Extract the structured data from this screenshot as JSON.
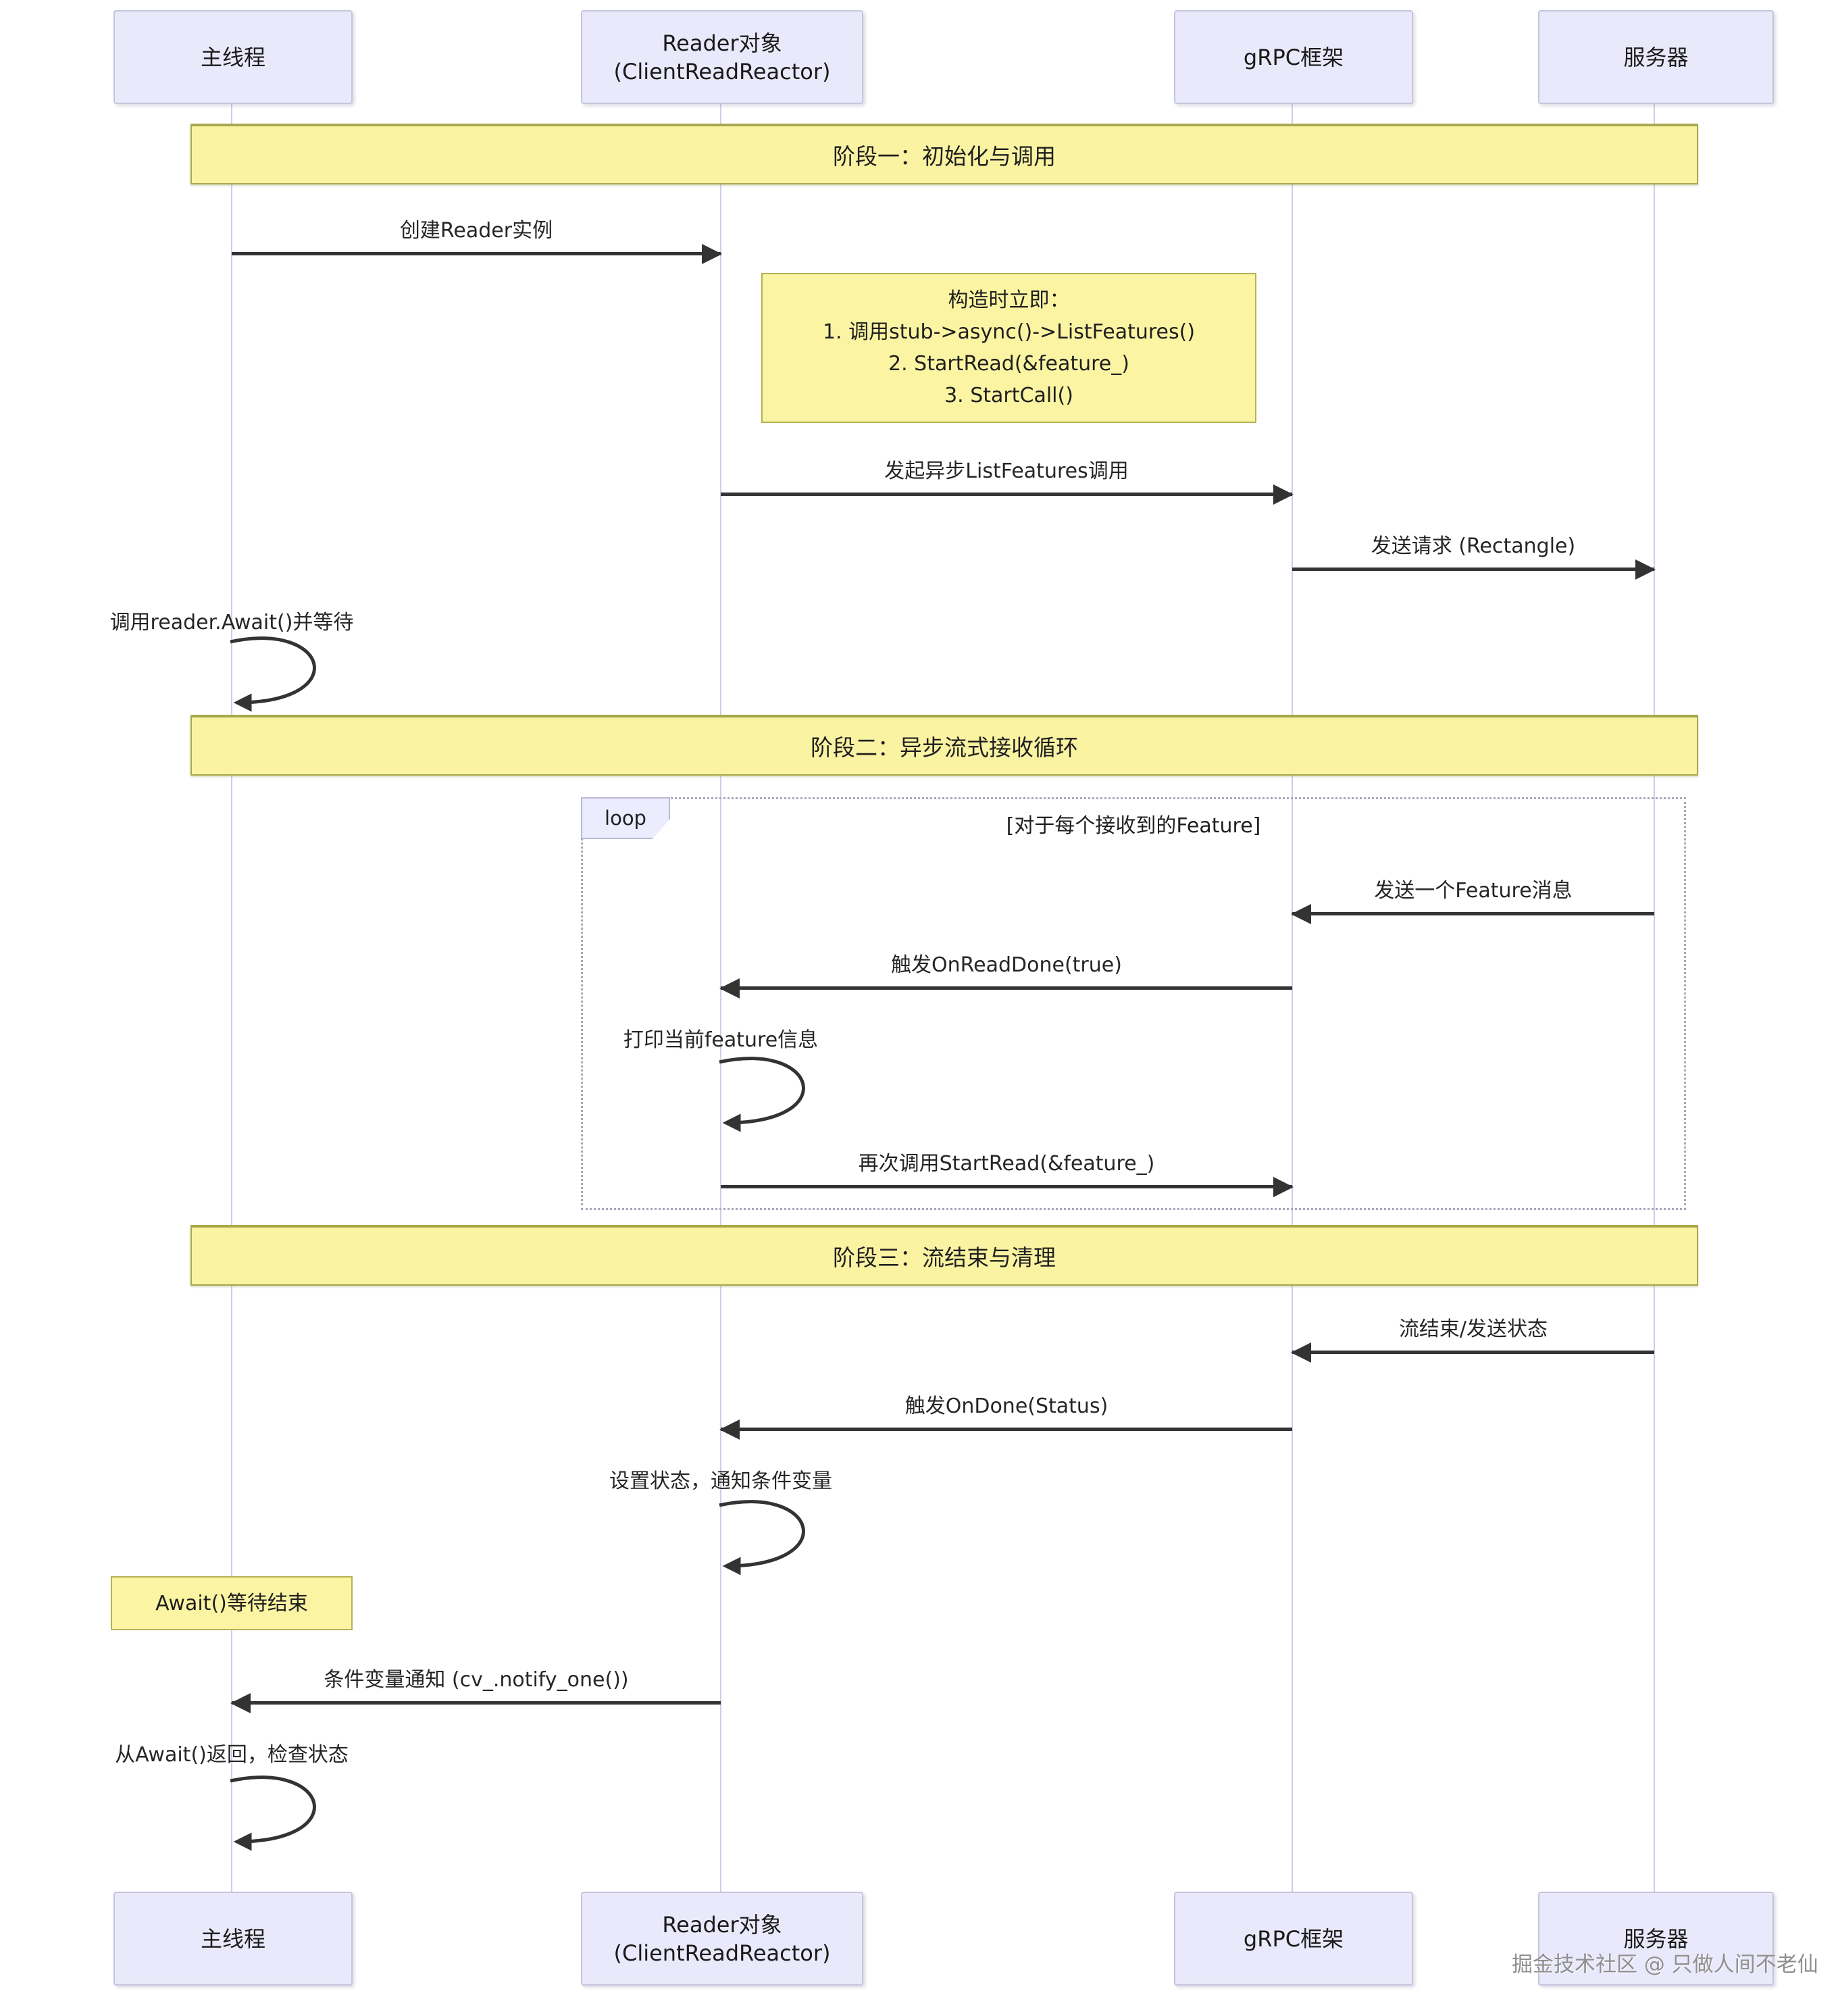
{
  "participants": [
    {
      "name": "主线程",
      "sub": ""
    },
    {
      "name": "Reader对象",
      "sub": "(ClientReadReactor)"
    },
    {
      "name": "gRPC框架",
      "sub": ""
    },
    {
      "name": "服务器",
      "sub": ""
    }
  ],
  "phases": [
    {
      "label": "阶段一：初始化与调用"
    },
    {
      "label": "阶段二：异步流式接收循环"
    },
    {
      "label": "阶段三：流结束与清理"
    }
  ],
  "messages": [
    {
      "label": "创建Reader实例",
      "from": "主线程",
      "to": "Reader对象",
      "kind": "arrow-right"
    },
    {
      "label": "发起异步ListFeatures调用",
      "from": "Reader对象",
      "to": "gRPC框架",
      "kind": "arrow-right"
    },
    {
      "label": "发送请求 (Rectangle)",
      "from": "gRPC框架",
      "to": "服务器",
      "kind": "arrow-right"
    },
    {
      "label": "调用reader.Await()并等待",
      "from": "主线程",
      "to": "主线程",
      "kind": "self"
    },
    {
      "label": "发送一个Feature消息",
      "from": "服务器",
      "to": "gRPC框架",
      "kind": "arrow-left"
    },
    {
      "label": "触发OnReadDone(true)",
      "from": "gRPC框架",
      "to": "Reader对象",
      "kind": "arrow-left"
    },
    {
      "label": "打印当前feature信息",
      "from": "Reader对象",
      "to": "Reader对象",
      "kind": "self"
    },
    {
      "label": "再次调用StartRead(&feature_)",
      "from": "Reader对象",
      "to": "gRPC框架",
      "kind": "arrow-right"
    },
    {
      "label": "流结束/发送状态",
      "from": "服务器",
      "to": "gRPC框架",
      "kind": "arrow-left"
    },
    {
      "label": "触发OnDone(Status)",
      "from": "gRPC框架",
      "to": "Reader对象",
      "kind": "arrow-left"
    },
    {
      "label": "设置状态，通知条件变量",
      "from": "Reader对象",
      "to": "Reader对象",
      "kind": "self"
    },
    {
      "label": "条件变量通知 (cv_.notify_one())",
      "from": "Reader对象",
      "to": "主线程",
      "kind": "arrow-left"
    },
    {
      "label": "从Await()返回，检查状态",
      "from": "主线程",
      "to": "主线程",
      "kind": "self"
    }
  ],
  "notes": [
    {
      "lines": [
        "构造时立即：",
        "1. 调用stub->async()->ListFeatures()",
        "2. StartRead(&feature_)",
        "3. StartCall()"
      ],
      "over": "Reader对象"
    },
    {
      "lines": [
        "Await()等待结束"
      ],
      "over": "主线程"
    }
  ],
  "loop": {
    "label": "loop",
    "condition": "[对于每个接收到的Feature]"
  },
  "watermark": "掘金技术社区 @ 只做人间不老仙",
  "colors": {
    "actor_fill": "#E9E9FB",
    "actor_border": "#C5C5DE",
    "phase_fill": "#FAF3A2",
    "phase_border": "#A9A84C",
    "note_fill": "#FBF5A3",
    "note_border": "#B4B254",
    "loop_tab_fill": "#ECECFF",
    "loop_border": "#A8A8BC",
    "lifeline": "#D0CDE6",
    "arrow": "#333333",
    "watermark": "#8F8F8F"
  }
}
